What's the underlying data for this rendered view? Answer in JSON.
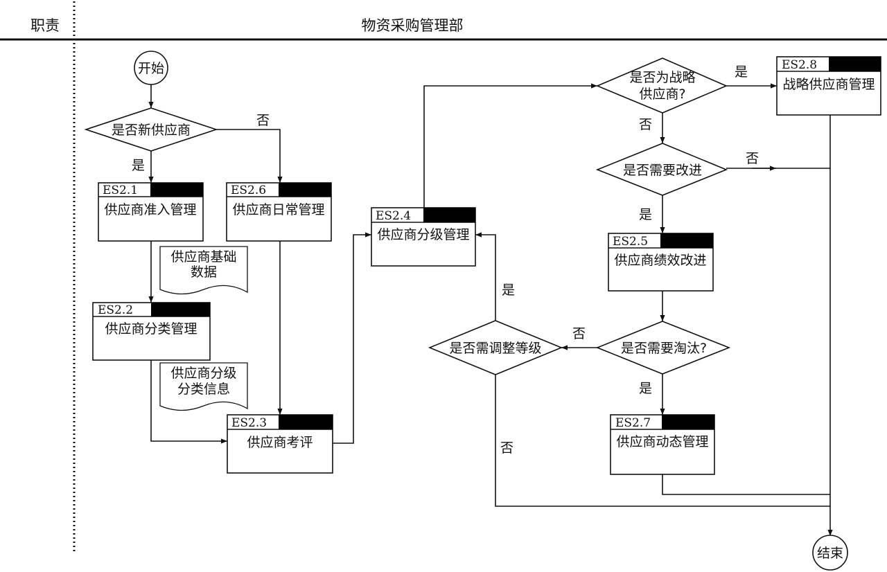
{
  "header": {
    "column_label": "职责",
    "department": "物资采购管理部"
  },
  "terminals": {
    "start": "开始",
    "end": "结束"
  },
  "decisions": {
    "is_new_supplier": "是否新供应商",
    "is_strategic_line1": "是否为战略",
    "is_strategic_line2": "供应商?",
    "need_improve": "是否需要改进",
    "need_eliminate": "是否需要淘汰?",
    "adjust_level": "是否需调整等级"
  },
  "processes": {
    "es21": {
      "code": "ES2.1",
      "name": "供应商准入管理"
    },
    "es22": {
      "code": "ES2.2",
      "name": "供应商分类管理"
    },
    "es23": {
      "code": "ES2.3",
      "name": "供应商考评"
    },
    "es24": {
      "code": "ES2.4",
      "name": "供应商分级管理"
    },
    "es25": {
      "code": "ES2.5",
      "name": "供应商绩效改进"
    },
    "es26": {
      "code": "ES2.6",
      "name": "供应商日常管理"
    },
    "es27": {
      "code": "ES2.7",
      "name": "供应商动态管理"
    },
    "es28": {
      "code": "ES2.8",
      "name": "战略供应商管理"
    }
  },
  "documents": {
    "basic_data_line1": "供应商基础",
    "basic_data_line2": "数据",
    "class_info_line1": "供应商分级",
    "class_info_line2": "分类信息"
  },
  "edge_labels": {
    "yes": "是",
    "no": "否"
  }
}
